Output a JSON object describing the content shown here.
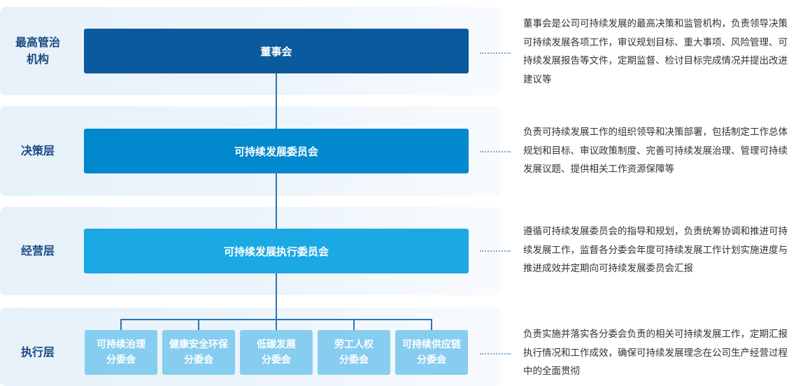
{
  "colors": {
    "board": "#0b5a9d",
    "decision": "#0288cf",
    "operation": "#1ba9e3",
    "execution": "#86cdf0",
    "connector": "#2b73b0",
    "label": "#1a4a80"
  },
  "levels": [
    {
      "label": "最高管治\n机构",
      "node": "董事会",
      "description": "董事会是公司可持续发展的最高决策和监管机构，负责领导决策可持续发展各项工作，审议规划目标、重大事项、风险管理、可持续发展报告等文件，定期监督、检讨目标完成情况并提出改进建议等"
    },
    {
      "label": "决策层",
      "node": "可持续发展委员会",
      "description": "负责可持续发展工作的组织领导和决策部署，包括制定工作总体规划和目标、审议政策制度、完善可持续发展治理、管理可持续发展议题、提供相关工作资源保障等"
    },
    {
      "label": "经营层",
      "node": "可持续发展执行委员会",
      "description": "遵循可持续发展委员会的指导和规划，负责统筹协调和推进可持续发展工作，监督各分委会年度可持续发展工作计划实施进度与推进成效并定期向可持续发展委员会汇报"
    },
    {
      "label": "执行层",
      "description": "负责实施并落实各分委会负责的相关可持续发展工作，定期汇报执行情况和工作成效，确保可持续发展理念在公司生产经营过程中的全面贯彻"
    }
  ],
  "subcommittees": [
    "可持续治理\n分委会",
    "健康安全环保\n分委会",
    "低碳发展\n分委会",
    "劳工人权\n分委会",
    "可持续供应链\n分委会"
  ]
}
